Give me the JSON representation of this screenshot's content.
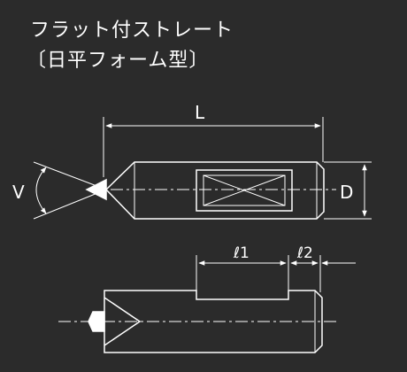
{
  "title": "フラット付ストレート",
  "subtitle": "〔日平フォーム型〕",
  "dimensions": {
    "length": "L",
    "angle": "V",
    "diameter": "D",
    "flat_length": "ℓ1",
    "flat_offset": "ℓ2"
  },
  "colors": {
    "background": "#2b2b2b",
    "line": "#ffffff"
  }
}
